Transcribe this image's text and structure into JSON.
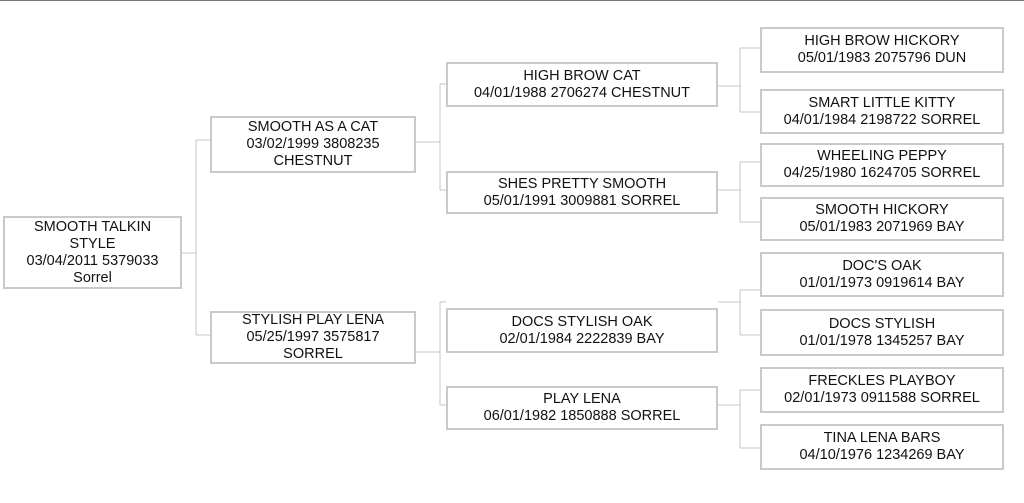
{
  "pedigree": {
    "subject": {
      "name": "SMOOTH TALKIN STYLE",
      "details": "03/04/2011 5379033 Sorrel"
    },
    "sire": {
      "name": "SMOOTH AS A CAT",
      "details": "03/02/1999 3808235 CHESTNUT"
    },
    "dam": {
      "name": "STYLISH PLAY LENA",
      "details": "05/25/1997 3575817 SORREL"
    },
    "sire_sire": {
      "name": "HIGH BROW CAT",
      "details": "04/01/1988 2706274 CHESTNUT"
    },
    "sire_dam": {
      "name": "SHES PRETTY SMOOTH",
      "details": "05/01/1991 3009881 SORREL"
    },
    "dam_sire": {
      "name": "DOCS STYLISH OAK",
      "details": "02/01/1984 2222839 BAY"
    },
    "dam_dam": {
      "name": "PLAY LENA",
      "details": "06/01/1982 1850888 SORREL"
    },
    "sire_sire_sire": {
      "name": "HIGH BROW HICKORY",
      "details": "05/01/1983 2075796 DUN"
    },
    "sire_sire_dam": {
      "name": "SMART LITTLE KITTY",
      "details": "04/01/1984 2198722 SORREL"
    },
    "sire_dam_sire": {
      "name": "WHEELING PEPPY",
      "details": "04/25/1980 1624705 SORREL"
    },
    "sire_dam_dam": {
      "name": "SMOOTH HICKORY",
      "details": "05/01/1983 2071969 BAY"
    },
    "dam_sire_sire": {
      "name": "DOC'S OAK",
      "details": "01/01/1973 0919614 BAY"
    },
    "dam_sire_dam": {
      "name": "DOCS STYLISH",
      "details": "01/01/1978 1345257 BAY"
    },
    "dam_dam_sire": {
      "name": "FRECKLES PLAYBOY",
      "details": "02/01/1973 0911588 SORREL"
    },
    "dam_dam_dam": {
      "name": "TINA LENA BARS",
      "details": "04/10/1976 1234269 BAY"
    }
  }
}
